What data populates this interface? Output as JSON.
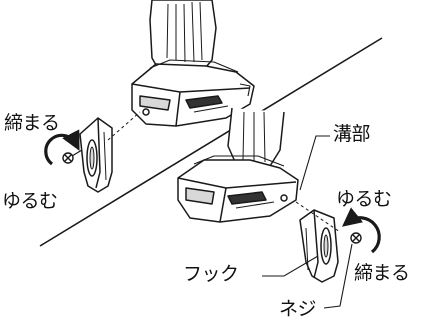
{
  "labels": {
    "tighten_left": "締まる",
    "loosen_left": "ゆるむ",
    "groove": "溝部",
    "loosen_right": "ゆるむ",
    "hook": "フック",
    "tighten_right": "締まる",
    "screw": "ネジ"
  },
  "colors": {
    "line": "#1a1a1a",
    "fill": "#ffffff",
    "shade": "#d8d8d8",
    "dark": "#333333"
  }
}
